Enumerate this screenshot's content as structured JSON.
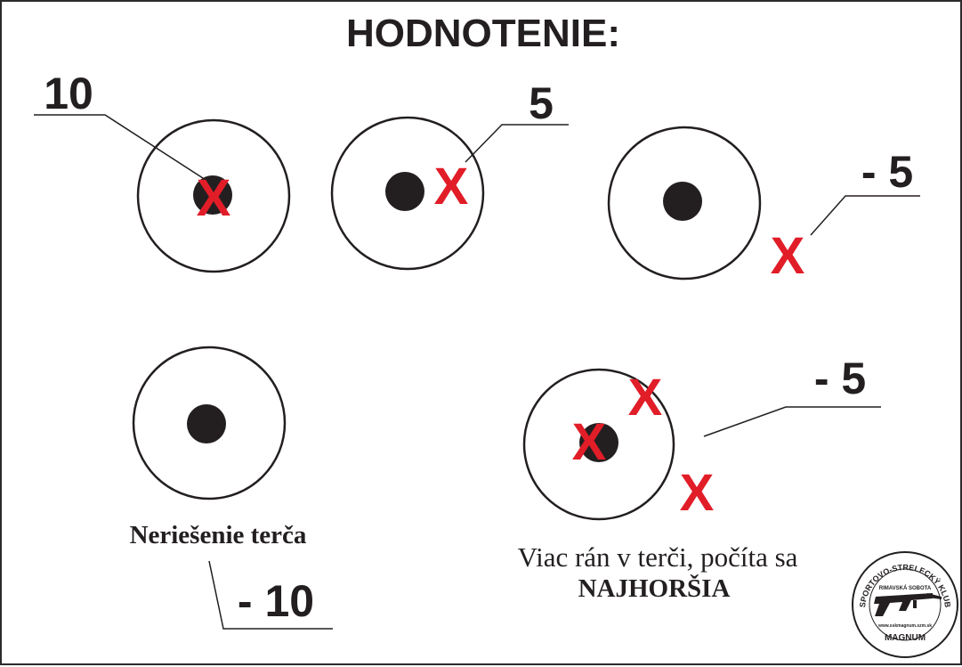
{
  "title": "HODNOTENIE:",
  "scores": {
    "target1": "10",
    "target2": "5",
    "target3": "- 5",
    "target4": "- 10",
    "target5": "- 5"
  },
  "hit_marker": "X",
  "captions": {
    "unsolved": "Neriešenie terča",
    "multiple_line1": "Viac rán v terči, počíta sa",
    "multiple_line2": "NAJHORŠIA"
  },
  "logo": {
    "arc_text": "SPORTOVO-STRELECKÝ KLUB",
    "city": "RIMAVSKÁ SOBOTA",
    "url": "www.sskmagnum.szm.sk",
    "name": "MAGNUM"
  },
  "colors": {
    "ink": "#231f20",
    "hit": "#e11d28",
    "border": "#2b2b2b"
  }
}
